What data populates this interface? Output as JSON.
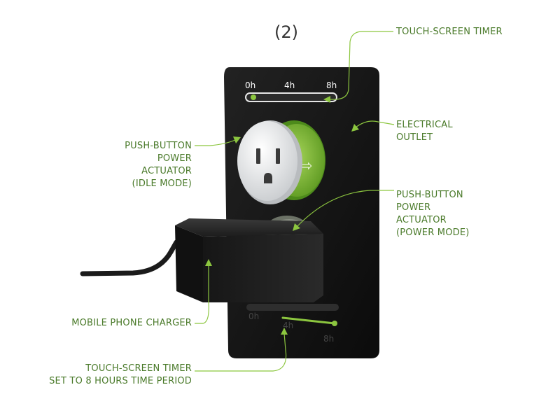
{
  "figure": {
    "number": "(2)"
  },
  "timer_top": {
    "ticks": [
      "0h",
      "4h",
      "8h"
    ]
  },
  "timer_bottom": {
    "ticks": [
      "0h",
      "4h",
      "8h"
    ]
  },
  "outlet": {
    "actuator_symbol": "⇨"
  },
  "callouts": {
    "touch_screen_timer": "TOUCH-SCREEN TIMER",
    "electrical_outlet": [
      "ELECTRICAL",
      "OUTLET"
    ],
    "push_button_idle": [
      "PUSH-BUTTON",
      "POWER",
      "ACTUATOR",
      "(IDLE MODE)"
    ],
    "push_button_power": [
      "PUSH-BUTTON",
      "POWER",
      "ACTUATOR",
      "(POWER MODE)"
    ],
    "mobile_phone_charger": "MOBILE PHONE CHARGER",
    "timer_set": [
      "TOUCH-SCREEN TIMER",
      "SET TO 8 HOURS TIME PERIOD"
    ]
  },
  "colors": {
    "accent_green": "#8cc63f",
    "label_green": "#4a7a2a",
    "panel": "#141414"
  }
}
